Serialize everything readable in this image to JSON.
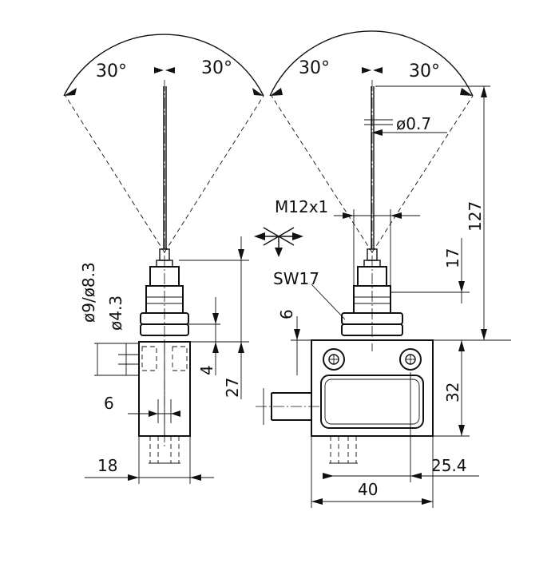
{
  "figure": {
    "angles": {
      "left_view": [
        "30°",
        "30°"
      ],
      "right_view": [
        "30°",
        "30°"
      ]
    },
    "dimensions": {
      "rod_diameter": "ø0.7",
      "thread": "M12x1",
      "wrench_size": "SW17",
      "height_total": "127",
      "actuator_height": "17",
      "body_height": "32",
      "body_offset": "25.4",
      "body_width": "40",
      "side_width": "18",
      "side_inner": "6",
      "nut_gap": "6",
      "side_height": "27",
      "side_small": "4",
      "bore": "ø4.3",
      "thread_diameters": "ø9/ø8.3"
    }
  }
}
